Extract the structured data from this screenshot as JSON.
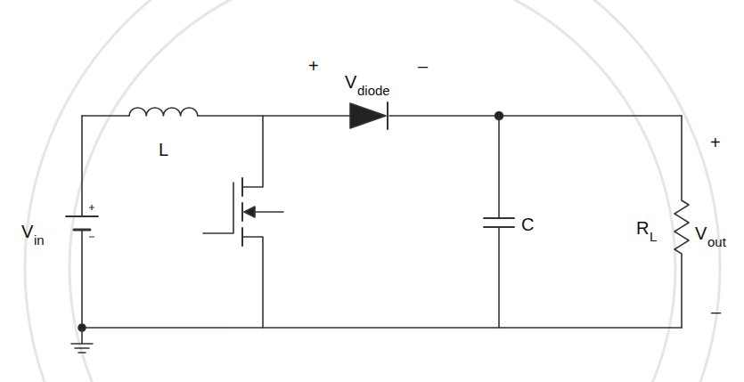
{
  "diagram": {
    "labels": [
      "+",
      "V",
      "diode",
      "–",
      "L",
      "V",
      "in",
      "C",
      "R",
      "L",
      "+",
      "V",
      "out",
      "–"
    ]
  }
}
